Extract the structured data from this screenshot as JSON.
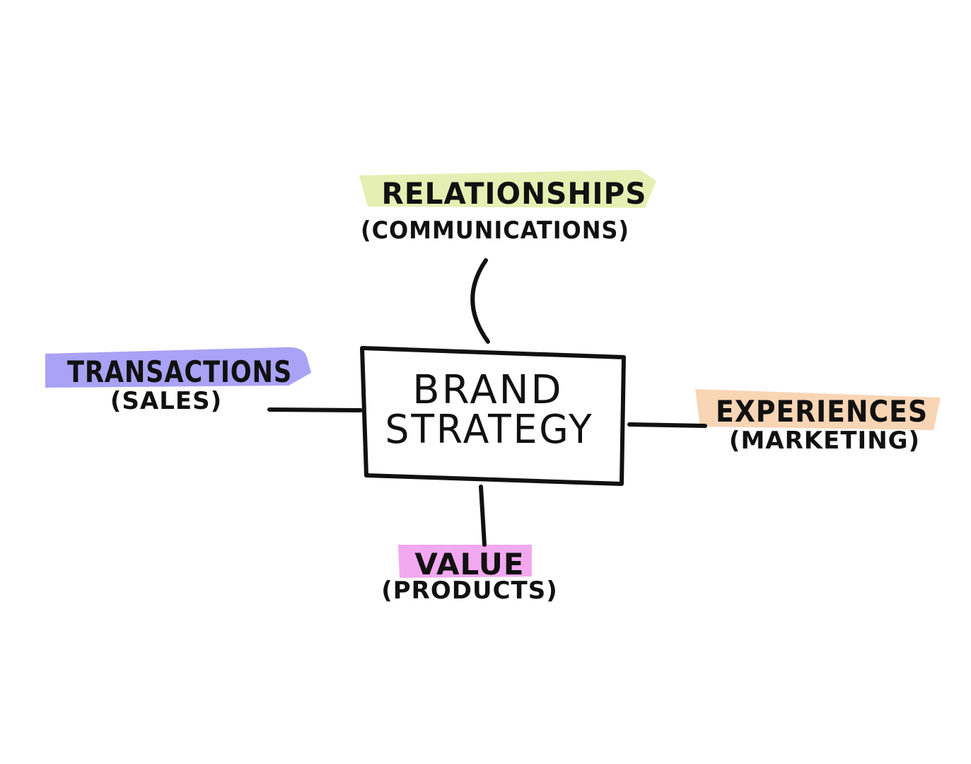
{
  "center": {
    "line1": "BRAND",
    "line2": "STRATEGY"
  },
  "nodes": {
    "top": {
      "title": "RELATIONSHIPS",
      "subtitle": "(COMMUNICATIONS)",
      "highlight": "#e6efb3"
    },
    "left": {
      "title": "TRANSACTIONS",
      "subtitle": "(SALES)",
      "highlight": "#a9a2f5"
    },
    "right": {
      "title": "EXPERIENCES",
      "subtitle": "(MARKETING)",
      "highlight": "#f8d5b5"
    },
    "bottom": {
      "title": "VALUE",
      "subtitle": "(PRODUCTS)",
      "highlight": "#f2a8ef"
    }
  }
}
